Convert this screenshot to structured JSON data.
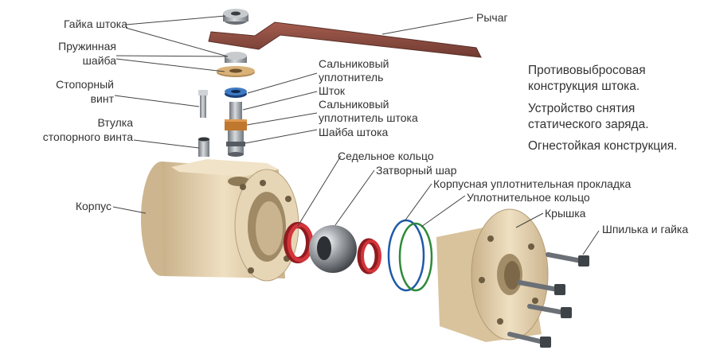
{
  "labels": {
    "stem_nut": "Гайка штока",
    "spring_washer_1": "Пружинная",
    "spring_washer_2": "шайба",
    "set_screw_1": "Стопорный",
    "set_screw_2": "винт",
    "screw_sleeve_1": "Втулка",
    "screw_sleeve_2": "стопорного винта",
    "body": "Корпус",
    "lever": "Рычаг",
    "gland_seal_1": "Сальниковый",
    "gland_seal_2": "уплотнитель",
    "stem": "Шток",
    "stem_seal_1": "Сальниковый",
    "stem_seal_2": "уплотнитель штока",
    "stem_washer": "Шайба штока",
    "seat_ring": "Седельное кольцо",
    "ball": "Затворный шар",
    "body_gasket": "Корпусная уплотнительная прокладка",
    "seal_ring": "Уплотнительное кольцо",
    "cover": "Крышка",
    "stud_nut": "Шпилька и гайка"
  },
  "features": [
    "Противовыбросовая",
    "конструкция штока.",
    "Устройство снятия",
    "статического заряда.",
    "Огнестойкая конструкция."
  ],
  "colors": {
    "body": "#e3cfaa",
    "lever": "#8a4a3e",
    "seat_ring": "#c0272d",
    "o_ring_green": "#2f8a3a",
    "gasket_blue": "#1e5aa8",
    "steel": "#9aa0a6",
    "leader": "#444444"
  }
}
